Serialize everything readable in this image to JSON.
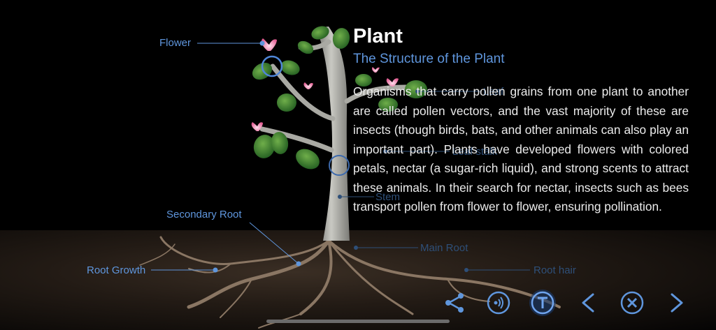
{
  "panel": {
    "title": "Plant",
    "subtitle": "The Structure of the Plant",
    "body": "Organisms that carry pollen grains from one plant to another are called pollen vectors, and the vast majority of these are insects (though birds, bats, and other animals can also play an important part). Plants have developed flowers with colored petals, nectar (a sugar-rich liquid), and strong scents to attract these animals. In their search for nectar, insects such as bees transport pollen from flower to flower, ensuring pollination."
  },
  "labels": {
    "flower": "Flower",
    "leaf": "Leaf",
    "leaf_stalk": "Leaf stalk",
    "stem": "Stem",
    "secondary_root": "Secondary Root",
    "main_root": "Main Root",
    "root_growth": "Root Growth",
    "root_hair": "Root hair"
  },
  "toolbar": {
    "icons": [
      "share-icon",
      "audio-icon",
      "text-icon",
      "previous-icon",
      "close-icon",
      "next-icon"
    ],
    "active": "text-icon"
  },
  "colors": {
    "accent": "#5f96dd",
    "label_dim": "#2e4f78",
    "background": "#000000"
  }
}
